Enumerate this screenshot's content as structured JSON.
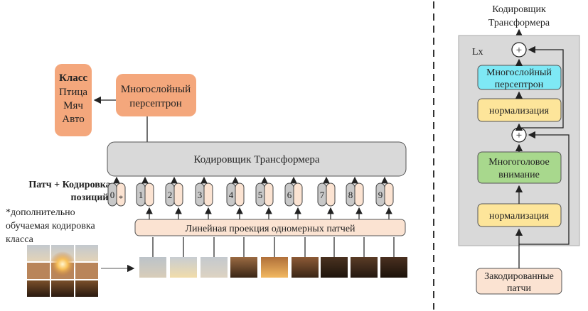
{
  "left": {
    "class_box": {
      "title": "Класс",
      "items": [
        "Птица",
        "Мяч",
        "Авто"
      ],
      "color": "#f4a77c"
    },
    "mlp_head": {
      "line1": "Многослойный",
      "line2": "персептрон",
      "color": "#f4a77c"
    },
    "encoder": {
      "label": "Кодировщик Трансформера",
      "color": "#d9d9d9"
    },
    "legend": {
      "patch_pos_title": "Патч + Кодировка",
      "patch_pos_title2": "позиций",
      "note_line1": "*дополнительно",
      "note_line2": "обучаемая кодировка",
      "note_line3": "класса"
    },
    "tokens": [
      "0",
      "1",
      "2",
      "3",
      "4",
      "5",
      "6",
      "7",
      "8",
      "9"
    ],
    "class_token_mark": "*",
    "projection": {
      "label": "Линейная проекция одномерных патчей",
      "color": "#fbe3d2"
    }
  },
  "right": {
    "title_line1": "Кодировщик",
    "title_line2": "Трансформера",
    "repeat_label": "Lx",
    "plus_symbol": "+",
    "mlp": {
      "line1": "Многослойный",
      "line2": "персептрон",
      "color": "#7ee8f5"
    },
    "norm_top": {
      "label": "нормализация",
      "color": "#fde59a"
    },
    "attention": {
      "line1": "Многоголовое",
      "line2": "внимание",
      "color": "#a8d88d"
    },
    "norm_bottom": {
      "label": "нормализация",
      "color": "#fde59a"
    },
    "input": {
      "line1": "Закодированные",
      "line2": "патчи",
      "color": "#fbe3d2"
    },
    "panel_color": "#d9d9d9"
  },
  "colors": {
    "token_pos": "#c8c8c8",
    "token_patch": "#fbe3d2",
    "sky": "#b9c0c7",
    "sun": "#f7c25a"
  }
}
